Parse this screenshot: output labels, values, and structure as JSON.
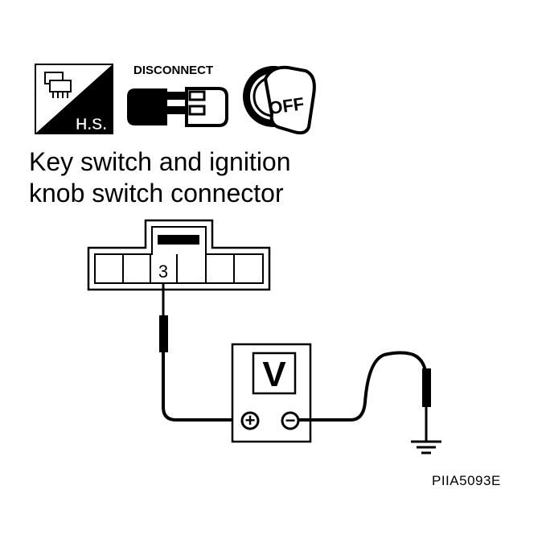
{
  "icons": {
    "hs_label": "H.S.",
    "hs_icon": "harness-connector-hs-icon",
    "disconnect_label": "DISCONNECT",
    "disconnect_icon": "disconnect-connector-icon",
    "key_label": "OFF",
    "key_icon": "ignition-key-off-icon"
  },
  "caption": {
    "line1": "Key switch and ignition",
    "line2": "knob switch connector"
  },
  "connector": {
    "terminal_label": "3"
  },
  "meter": {
    "label": "V",
    "positive_symbol": "+",
    "negative_symbol": "−"
  },
  "figure_code": "PIIA5093E",
  "colors": {
    "ink": "#000000",
    "paper": "#ffffff"
  }
}
